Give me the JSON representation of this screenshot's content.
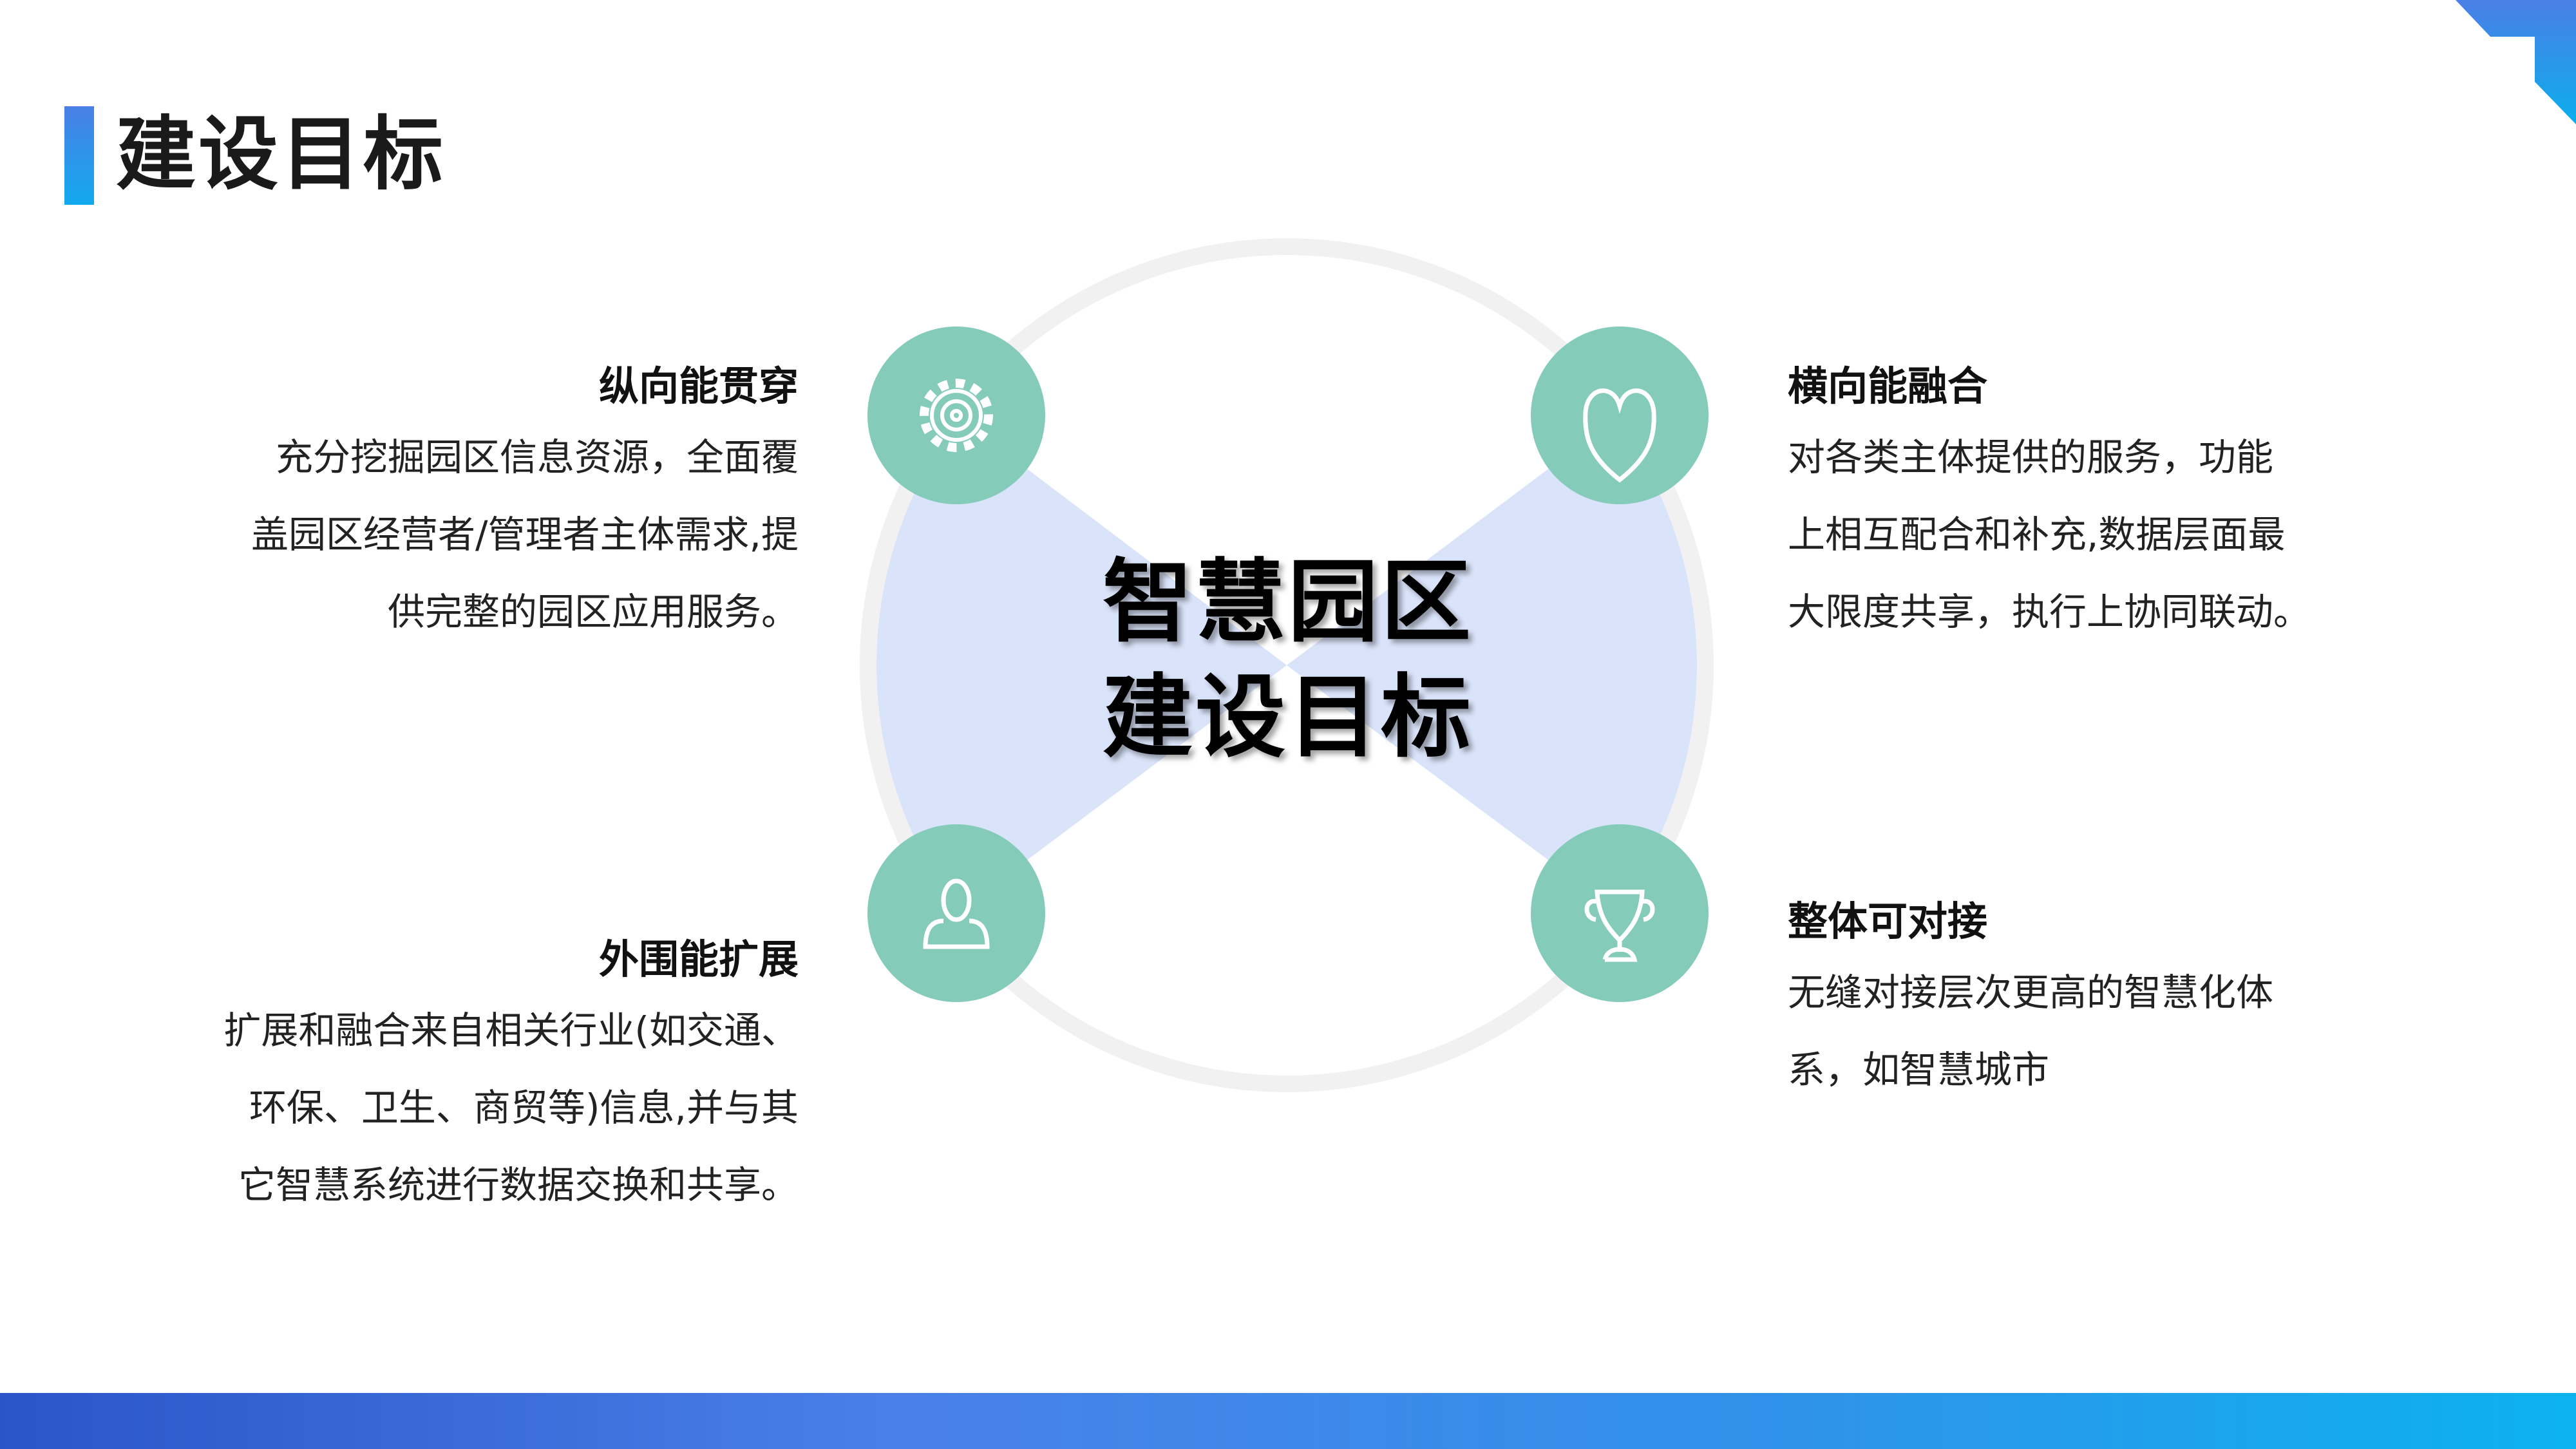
{
  "page": {
    "title": "建设目标"
  },
  "center": {
    "line1": "智慧园区",
    "line2": "建设目标"
  },
  "colors": {
    "accent": "#4a7fe6",
    "node": "#84CBBA",
    "fill": "#D9E3F9",
    "ring": "#F1F1F1"
  },
  "blocks": [
    {
      "heading": "纵向能贯穿",
      "icon": "gear-icon",
      "lines": [
        "充分挖掘园区信息资源，全面覆",
        "盖园区经营者/管理者主体需求,提",
        "供完整的园区应用服务。"
      ]
    },
    {
      "heading": "横向能融合",
      "icon": "heart-icon",
      "lines": [
        "对各类主体提供的服务，功能",
        "上相互配合和补充,数据层面最",
        "大限度共享，执行上协同联动。"
      ]
    },
    {
      "heading": "外围能扩展",
      "icon": "user-icon",
      "lines": [
        "扩展和融合来自相关行业(如交通、",
        "环保、卫生、商贸等)信息,并与其",
        "它智慧系统进行数据交换和共享。"
      ]
    },
    {
      "heading": "整体可对接",
      "icon": "trophy-icon",
      "lines": [
        "无缝对接层次更高的智慧化体",
        "系，如智慧城市"
      ]
    }
  ]
}
